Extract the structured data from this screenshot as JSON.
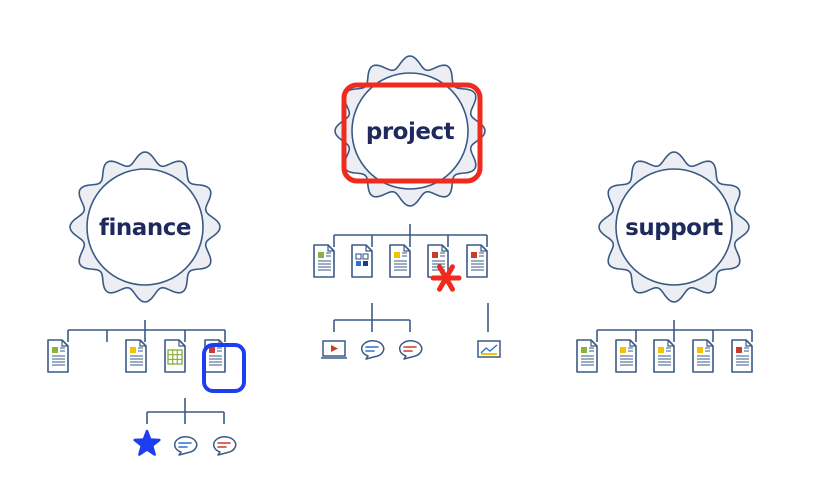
{
  "colors": {
    "line": "#3a5a85",
    "badge_outer": "#eceef3",
    "badge_inner": "#ffffff",
    "label": "#1e2a5c",
    "highlight_red": "#ee2b1d",
    "highlight_blue": "#1d3ef0",
    "doc_green": "#8bb23f",
    "doc_yellow": "#f4c200",
    "doc_red": "#c83c2c",
    "doc_blue": "#2f6fcf",
    "doc_navy": "#1f3f7a"
  },
  "clusters": [
    {
      "id": "finance",
      "label": "finance",
      "docs": [
        {
          "type": "doc",
          "accent": "green"
        },
        {
          "type": "doc",
          "accent": "yellow"
        },
        {
          "type": "spreadsheet",
          "accent": "green"
        },
        {
          "type": "doc",
          "accent": "red",
          "highlight": "blue-box"
        }
      ],
      "children": [
        {
          "type": "star-icon",
          "accent": "blue"
        },
        {
          "type": "comment-icon",
          "accent": "blue"
        },
        {
          "type": "comment-icon",
          "accent": "red"
        }
      ]
    },
    {
      "id": "project",
      "label": "project",
      "highlight": "red-box",
      "docs": [
        {
          "type": "doc",
          "accent": "green"
        },
        {
          "type": "grid-doc",
          "accent": "navy"
        },
        {
          "type": "doc",
          "accent": "yellow"
        },
        {
          "type": "doc",
          "accent": "red",
          "marked": "red-asterisk"
        },
        {
          "type": "doc",
          "accent": "red"
        }
      ],
      "children": [
        {
          "type": "video-icon",
          "accent": "red"
        },
        {
          "type": "comment-icon",
          "accent": "blue"
        },
        {
          "type": "comment-icon",
          "accent": "red"
        },
        {
          "type": "chart-icon",
          "accent": "yellow"
        }
      ]
    },
    {
      "id": "support",
      "label": "support",
      "docs": [
        {
          "type": "doc",
          "accent": "green"
        },
        {
          "type": "doc",
          "accent": "yellow"
        },
        {
          "type": "doc",
          "accent": "yellow"
        },
        {
          "type": "doc",
          "accent": "yellow"
        },
        {
          "type": "doc",
          "accent": "red"
        }
      ],
      "children": []
    }
  ]
}
